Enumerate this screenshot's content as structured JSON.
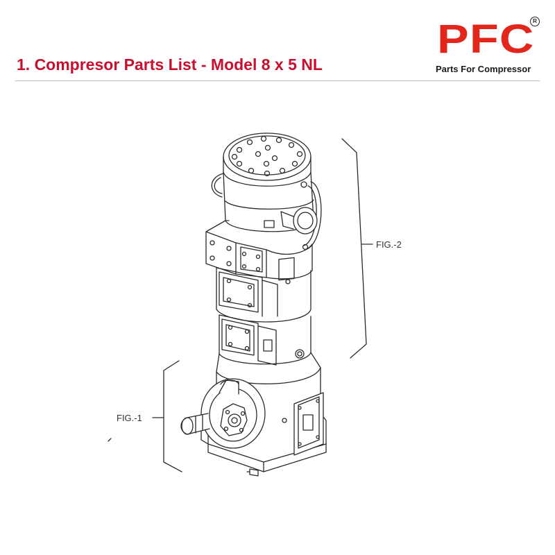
{
  "header": {
    "title": "1. Compresor Parts List - Model 8 x 5 NL",
    "title_color": "#c8102e",
    "divider_color": "#b8b8b8"
  },
  "logo": {
    "wordmark": "PFC",
    "registered_mark": "R",
    "tagline": "Parts For Compressor",
    "brand_color": "#e2261c"
  },
  "diagram": {
    "labels": {
      "fig_2": "FIG.-2",
      "fig_1": "FIG.-1"
    },
    "line_color": "#2a2a2a"
  }
}
